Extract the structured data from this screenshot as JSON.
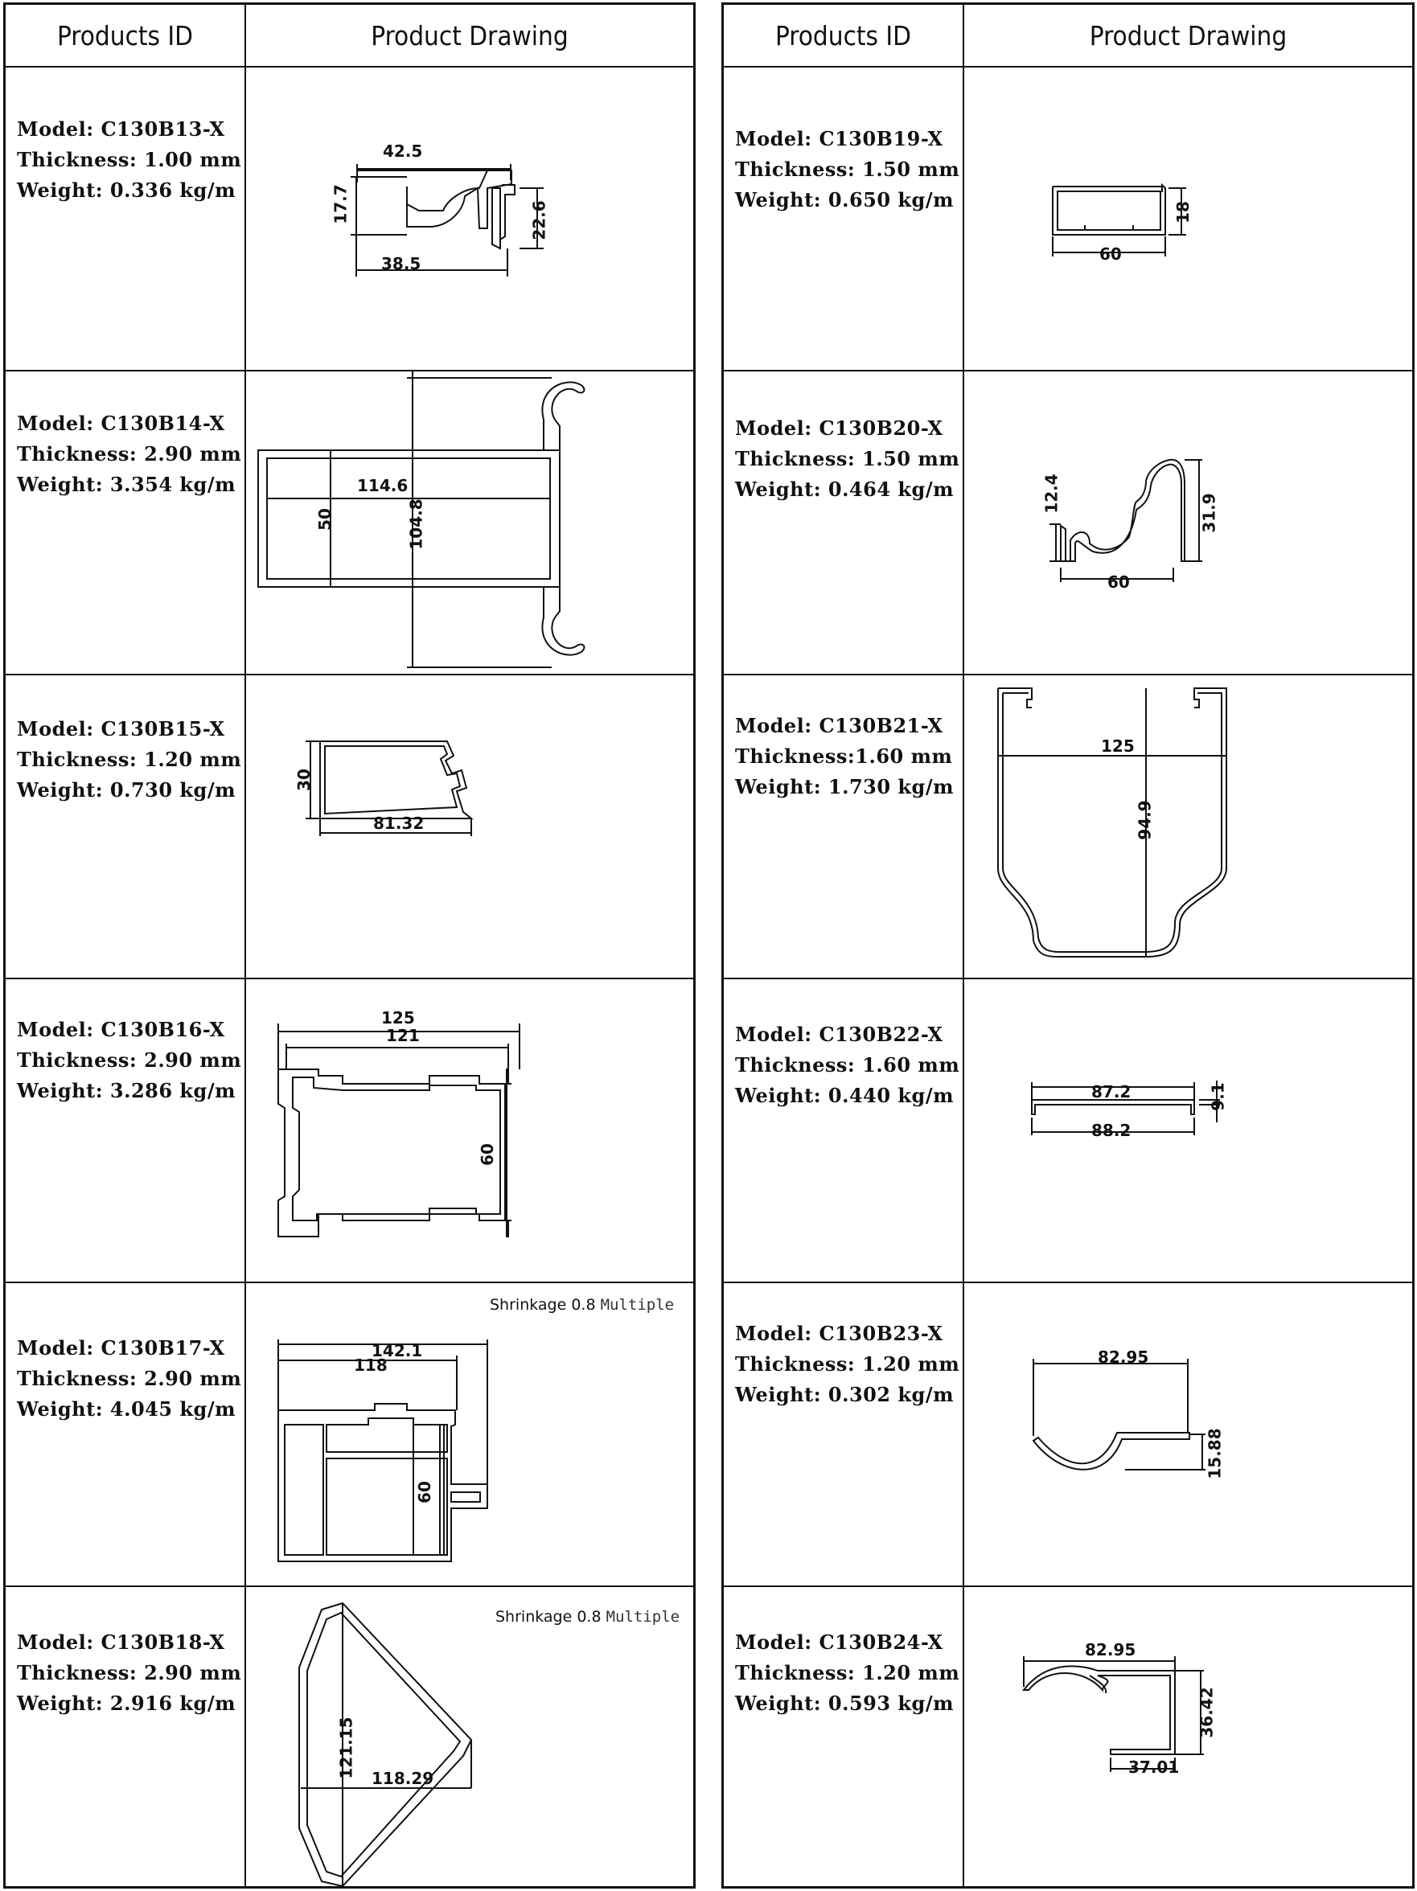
{
  "header": {
    "id_label": "Products ID",
    "drawing_label": "Product Drawing"
  },
  "left": [
    {
      "model": "Model: C130B13-X",
      "thickness": "Thickness: 1.00 mm",
      "weight": "Weight: 0.336 kg/m",
      "dims": [
        "42.5",
        "17.7",
        "22.6",
        "38.5"
      ]
    },
    {
      "model": "Model: C130B14-X",
      "thickness": "Thickness: 2.90 mm",
      "weight": "Weight: 3.354 kg/m",
      "dims": [
        "114.6",
        "50",
        "104.8"
      ]
    },
    {
      "model": "Model: C130B15-X",
      "thickness": "Thickness: 1.20 mm",
      "weight": "Weight: 0.730 kg/m",
      "dims": [
        "30",
        "81.32"
      ]
    },
    {
      "model": "Model: C130B16-X",
      "thickness": "Thickness: 2.90 mm",
      "weight": "Weight: 3.286 kg/m",
      "dims": [
        "125",
        "121",
        "60"
      ]
    },
    {
      "model": "Model: C130B17-X",
      "thickness": "Thickness: 2.90 mm",
      "weight": "Weight: 4.045 kg/m",
      "dims": [
        "142.1",
        "118",
        "60"
      ],
      "note_a": "Shrinkage 0.8",
      "note_b": "Multiple"
    },
    {
      "model": "Model: C130B18-X",
      "thickness": "Thickness: 2.90 mm",
      "weight": "Weight: 2.916 kg/m",
      "dims": [
        "121.15",
        "118.29"
      ],
      "note_a": "Shrinkage 0.8",
      "note_b": "Multiple"
    }
  ],
  "right": [
    {
      "model": "Model: C130B19-X",
      "thickness": "Thickness: 1.50 mm",
      "weight": "Weight: 0.650 kg/m",
      "dims": [
        "18",
        "60"
      ]
    },
    {
      "model": "Model: C130B20-X",
      "thickness": "Thickness: 1.50 mm",
      "weight": "Weight: 0.464 kg/m",
      "dims": [
        "12.4",
        "31.9",
        "60"
      ]
    },
    {
      "model": "Model: C130B21-X",
      "thickness": "Thickness:1.60 mm",
      "weight": "Weight: 1.730 kg/m",
      "dims": [
        "125",
        "94.9"
      ]
    },
    {
      "model": "Model: C130B22-X",
      "thickness": "Thickness: 1.60 mm",
      "weight": "Weight: 0.440 kg/m",
      "dims": [
        "87.2",
        "9.1",
        "88.2"
      ]
    },
    {
      "model": "Model: C130B23-X",
      "thickness": "Thickness: 1.20 mm",
      "weight": "Weight: 0.302 kg/m",
      "dims": [
        "82.95",
        "15.88"
      ]
    },
    {
      "model": "Model: C130B24-X",
      "thickness": "Thickness: 1.20 mm",
      "weight": "Weight: 0.593 kg/m",
      "dims": [
        "82.95",
        "36.42",
        "37.01"
      ]
    }
  ]
}
